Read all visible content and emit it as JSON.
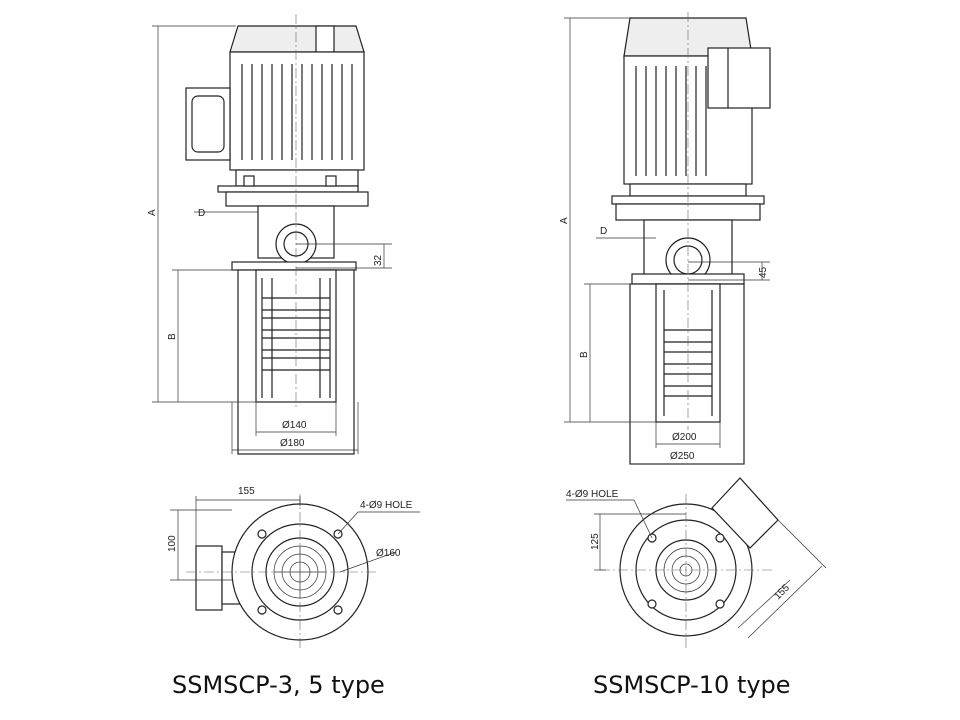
{
  "left": {
    "caption": "SSMSCP-3, 5 type",
    "dims": {
      "A": "A",
      "B": "B",
      "D": "D",
      "h": "32",
      "inner": "Ø140",
      "outer": "Ø180",
      "w": "155",
      "v": "100",
      "hole": "4-Ø9 HOLE",
      "pcd": "Ø160"
    }
  },
  "right": {
    "caption": "SSMSCP-10 type",
    "dims": {
      "A": "A",
      "B": "B",
      "D": "D",
      "h": "45",
      "inner": "Ø200",
      "outer": "Ø250",
      "hole": "4-Ø9 HOLE",
      "v": "125",
      "w": "155"
    }
  }
}
